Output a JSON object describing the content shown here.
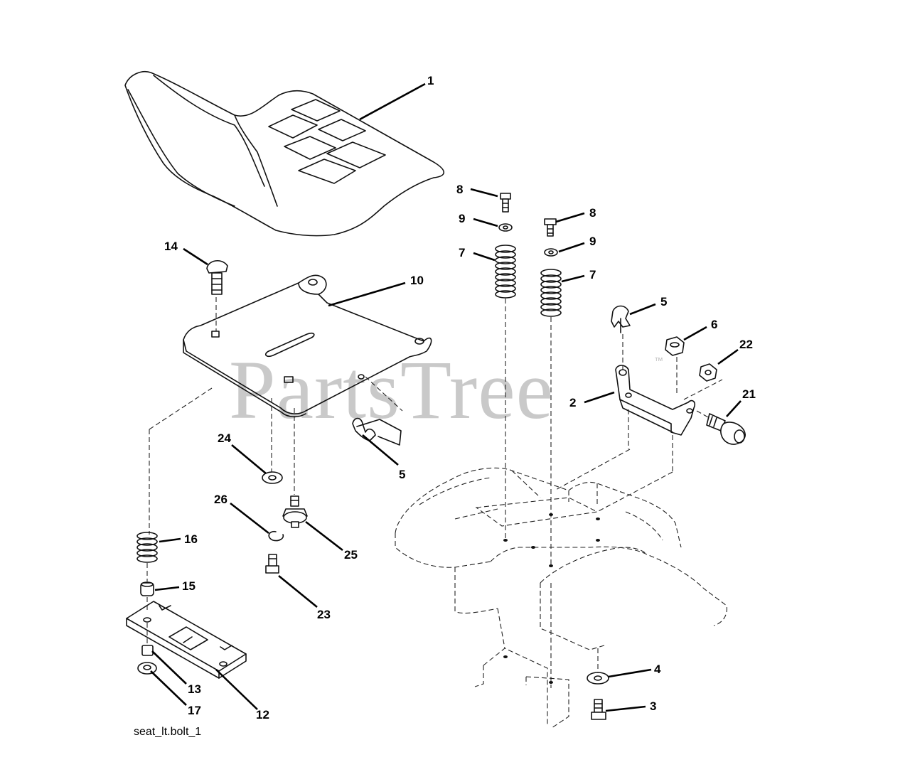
{
  "diagram_title": "seat_lt.bolt_1",
  "watermark": {
    "text": "PartsTree",
    "mark": "™"
  },
  "callouts": {
    "c1": "1",
    "c2": "2",
    "c3": "3",
    "c4": "4",
    "c5a": "5",
    "c5b": "5",
    "c6": "6",
    "c7a": "7",
    "c7b": "7",
    "c8a": "8",
    "c8b": "8",
    "c9a": "9",
    "c9b": "9",
    "c10": "10",
    "c12": "12",
    "c13": "13",
    "c14": "14",
    "c15": "15",
    "c16": "16",
    "c17": "17",
    "c21": "21",
    "c22": "22",
    "c23": "23",
    "c24": "24",
    "c25": "25",
    "c26": "26"
  },
  "icons": {
    "seat": "seat-shell-icon",
    "spring": "coil-spring-icon",
    "bolt": "bolt-icon",
    "washer": "washer-icon",
    "nut": "nut-icon",
    "knob": "adjustment-knob-icon",
    "bracket": "bracket-icon",
    "fender": "fender-icon"
  }
}
